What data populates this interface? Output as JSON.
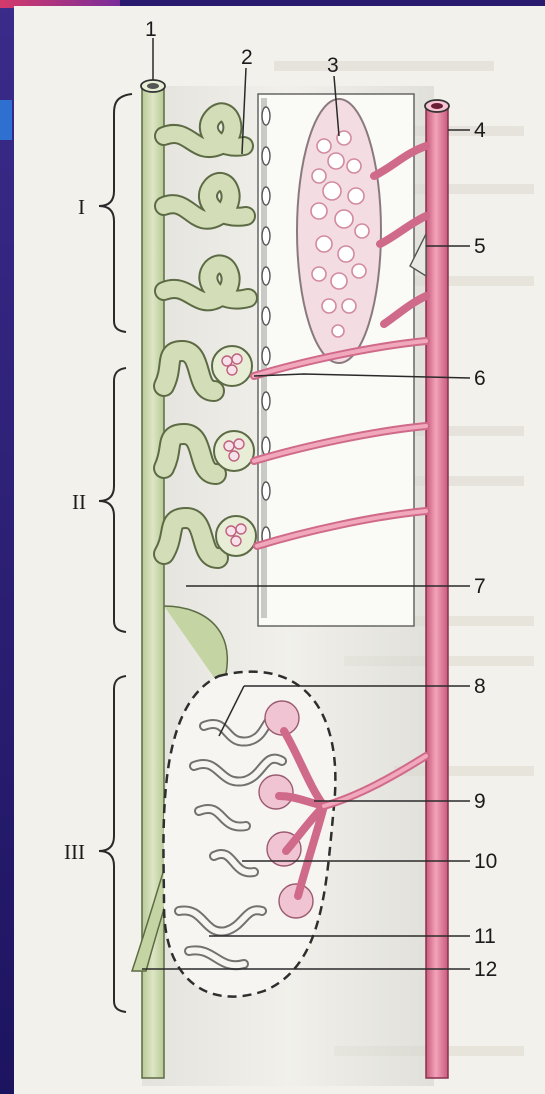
{
  "colors": {
    "page": "#f3f1ec",
    "frame": "#2a1a6e",
    "duct": "#c9d7a8",
    "duct_shade": "#a9bd86",
    "vessel": "#e07a98",
    "vessel_dark": "#b94a6c",
    "outline": "#4a4a4a"
  },
  "numbers": {
    "n1": "1",
    "n2": "2",
    "n3": "3",
    "n4": "4",
    "n5": "5",
    "n6": "6",
    "n7": "7",
    "n8": "8",
    "n9": "9",
    "n10": "10",
    "n11": "11",
    "n12": "12"
  },
  "brackets": {
    "b1": "I",
    "b2": "II",
    "b3": "III"
  }
}
